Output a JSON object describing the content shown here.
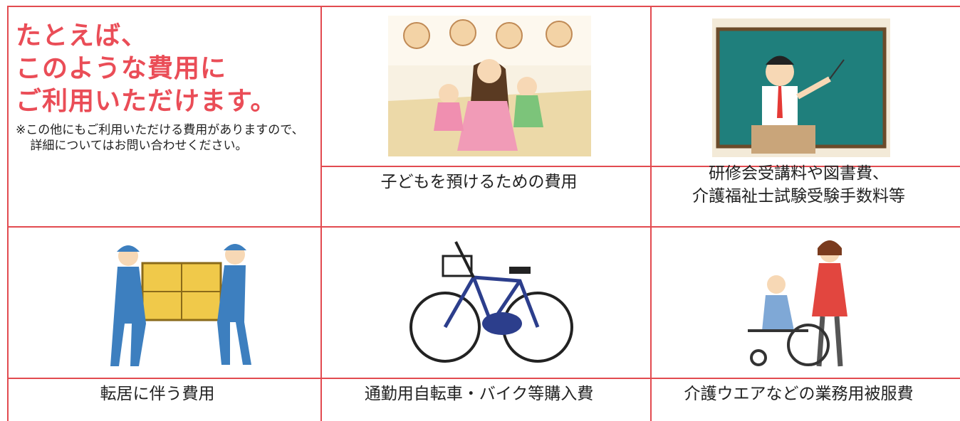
{
  "intro": {
    "title": "たとえば、\nこのような費用に\nご利用いただけます。",
    "note": "※この他にもご利用いただける費用がありますので、詳細についてはお問い合わせください。"
  },
  "items": [
    {
      "label": "子どもを預けるための費用",
      "icon": "childcare-illustration"
    },
    {
      "label": "研修会受講料や図書費、\n介護福祉士試験受験手数料等",
      "icon": "teacher-illustration"
    },
    {
      "label": "転居に伴う費用",
      "icon": "movers-illustration"
    },
    {
      "label": "通勤用自転車・バイク等購入費",
      "icon": "bicycle-illustration"
    },
    {
      "label": "介護ウエアなどの業務用被服費",
      "icon": "caregiver-illustration"
    }
  ],
  "colors": {
    "accent": "#e24b50",
    "title": "#ea4d57"
  }
}
